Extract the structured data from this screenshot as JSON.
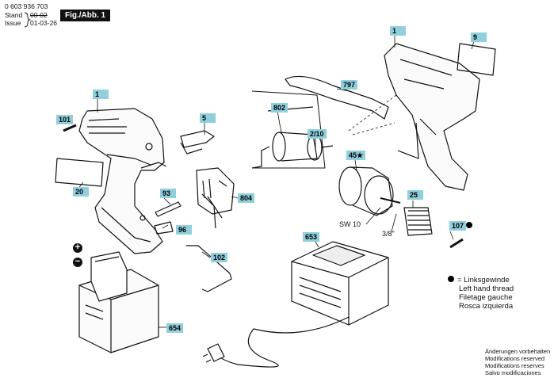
{
  "header": {
    "part_number": "0 603 936 703",
    "stand_label": "Stand",
    "stand_value": "00-02",
    "issue_label": "Issue",
    "issue_value": "01-03-26",
    "figure_tag": "Fig./Abb. 1"
  },
  "labels": {
    "l1_housing_left": "1",
    "l1_housing_right": "1",
    "l101": "101",
    "l20": "20",
    "l5": "5",
    "l93": "93",
    "l96": "96",
    "l804": "804",
    "l102": "102",
    "l802": "802",
    "l797": "797",
    "l9": "9",
    "l210": "2/10",
    "l45": "45★",
    "l25": "25",
    "l107": "107",
    "l653": "653",
    "l654": "654"
  },
  "texts": {
    "sw10": "SW 10",
    "thread": "3/8\"",
    "plus": "+",
    "minus": "−"
  },
  "legend": {
    "line1": "= Linksgewinde",
    "line2": "Left hand thread",
    "line3": "Filetage gauche",
    "line4": "Rosca izquierda"
  },
  "modifications": {
    "line1": "Änderungen vorbehalten",
    "line2": "Modifications reserved",
    "line3": "Modifications reserves",
    "line4": "Salvo modificaciones"
  }
}
